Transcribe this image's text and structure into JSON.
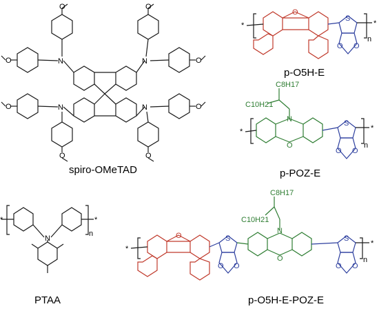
{
  "molecules": [
    {
      "id": "spiro",
      "label": "spiro-OMeTAD"
    },
    {
      "id": "o5he",
      "label": "p-O5H-E"
    },
    {
      "id": "poze",
      "label": "p-POZ-E"
    },
    {
      "id": "ptaa",
      "label": "PTAA"
    },
    {
      "id": "o5hepoze",
      "label": "p-O5H-E-POZ-E"
    }
  ],
  "atoms": {
    "N": "N",
    "O": "O",
    "S": "S",
    "n": "n",
    "star": "*",
    "c8": "C8H17",
    "c10": "C10H21",
    "methoxy": "O"
  },
  "colors": {
    "black": "#1a1a1a",
    "red": "#c0392b",
    "green": "#2e7d32",
    "blue": "#2c3e9e"
  }
}
